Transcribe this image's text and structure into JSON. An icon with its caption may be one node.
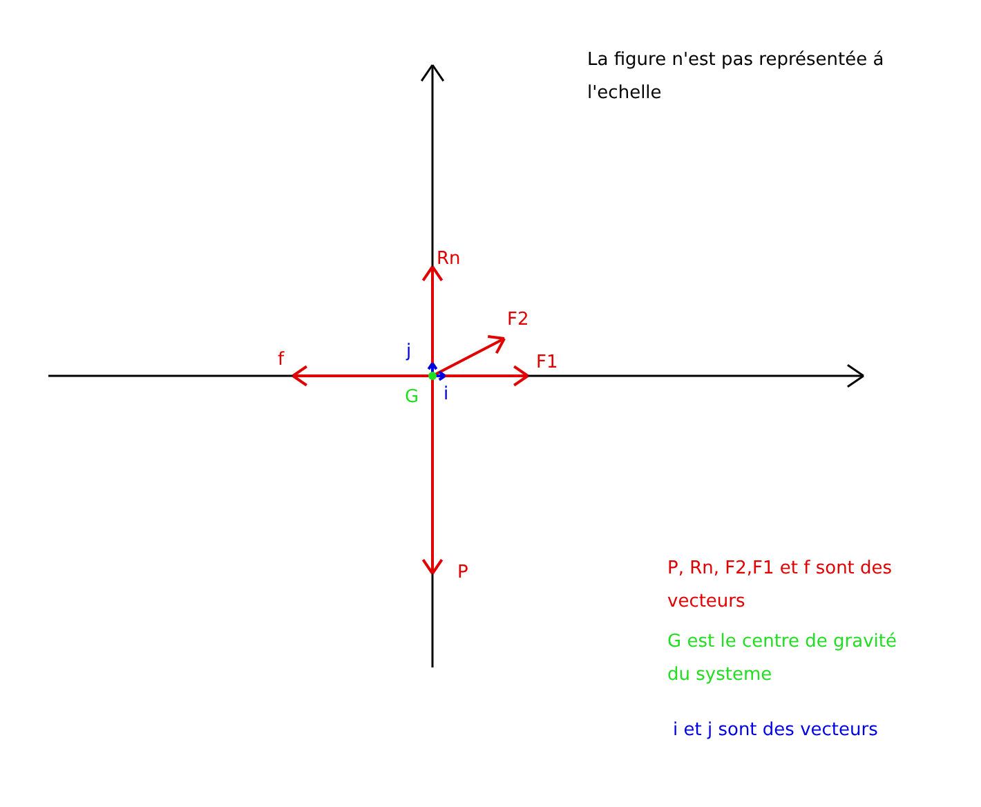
{
  "diagram": {
    "labels": [
      "La figure n'est pas représentée á l'echelle",
      "Rn",
      "F2",
      "j",
      "f",
      "F1",
      "G",
      "i",
      "P",
      "P, Rn, F2,F1 et f sont des vecteurs",
      "G est le centre de gravité du systeme",
      "i et j sont des vecteurs"
    ]
  }
}
